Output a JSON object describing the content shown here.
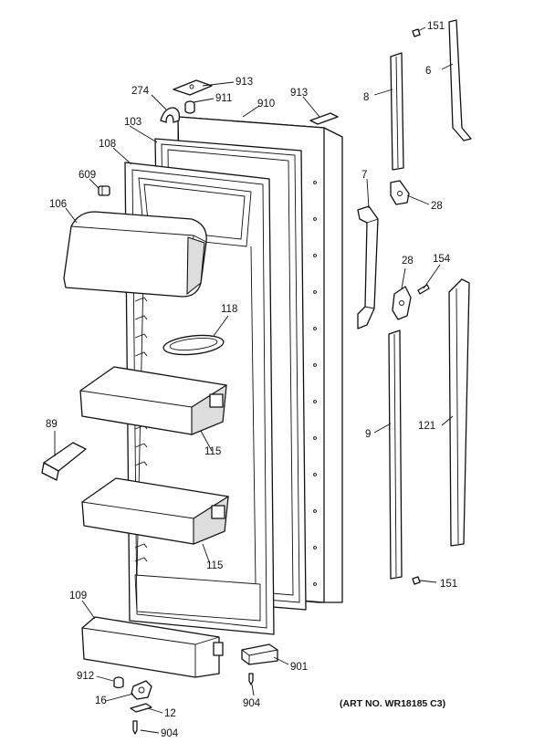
{
  "labels": {
    "l151a": "151",
    "l6": "6",
    "l913a": "913",
    "l274": "274",
    "l911": "911",
    "l910": "910",
    "l913b": "913",
    "l8": "8",
    "l103": "103",
    "l108": "108",
    "l609": "609",
    "l106": "106",
    "l7": "7",
    "l28a": "28",
    "l28b": "28",
    "l154": "154",
    "l118": "118",
    "l89": "89",
    "l115a": "115",
    "l9": "9",
    "l121": "121",
    "l115b": "115",
    "l109": "109",
    "l151b": "151",
    "l912": "912",
    "l901": "901",
    "l16": "16",
    "l12": "12",
    "l904a": "904",
    "l904b": "904"
  },
  "art_number": "(ART NO. WR18185 C3)"
}
